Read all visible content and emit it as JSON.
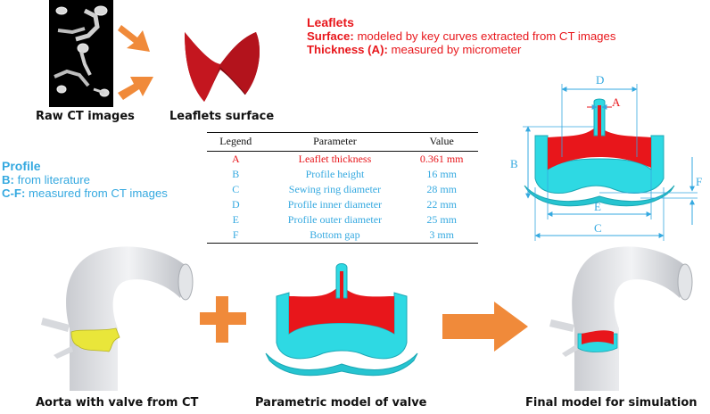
{
  "captions": {
    "raw_ct": "Raw CT images",
    "leaflets_surface": "Leaflets surface",
    "aorta": "Aorta with valve from CT",
    "parametric": "Parametric model of valve",
    "final": "Final model for simulation"
  },
  "leaflets_note": {
    "title": "Leaflets",
    "surface_label": "Surface:",
    "surface_text": " modeled by key curves extracted from CT images",
    "thickness_label": "Thickness (A):",
    "thickness_text": " measured by micrometer"
  },
  "profile_note": {
    "title": "Profile",
    "b_label": "B:",
    "b_text": " from literature",
    "cf_label": "C-F:",
    "cf_text": " measured from CT images"
  },
  "table": {
    "headers": [
      "Legend",
      "Parameter",
      "Value"
    ],
    "rows": [
      {
        "legend": "A",
        "parameter": "Leaflet thickness",
        "value": "0.361 mm"
      },
      {
        "legend": "B",
        "parameter": "Profile height",
        "value": "16 mm"
      },
      {
        "legend": "C",
        "parameter": "Sewing ring diameter",
        "value": "28 mm"
      },
      {
        "legend": "D",
        "parameter": "Profile inner diameter",
        "value": "22 mm"
      },
      {
        "legend": "E",
        "parameter": "Profile outer diameter",
        "value": "25 mm"
      },
      {
        "legend": "F",
        "parameter": "Bottom gap",
        "value": "3 mm"
      }
    ]
  },
  "dimension_labels": {
    "A": "A",
    "B": "B",
    "C": "C",
    "D": "D",
    "E": "E",
    "F": "F"
  },
  "colors": {
    "leaflet_red": "#e8161b",
    "profile_cyan": "#35a9e0",
    "valve_cyan": "#2ed9e3",
    "arrow_orange": "#f08a3a",
    "aorta_yellow": "#e9e63a"
  }
}
